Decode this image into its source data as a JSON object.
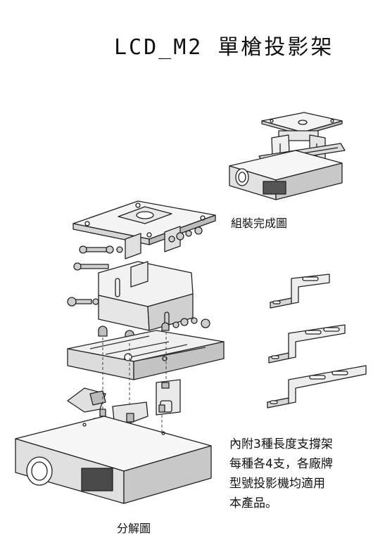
{
  "title": "LCD_M2 單槍投影架",
  "labels": {
    "assembled": "組裝完成圖",
    "exploded": "分解圖"
  },
  "note_lines": [
    "內附3種長度支撐架",
    "每種各4支，各廠牌",
    "型號投影機均適用",
    "本產品。"
  ]
}
